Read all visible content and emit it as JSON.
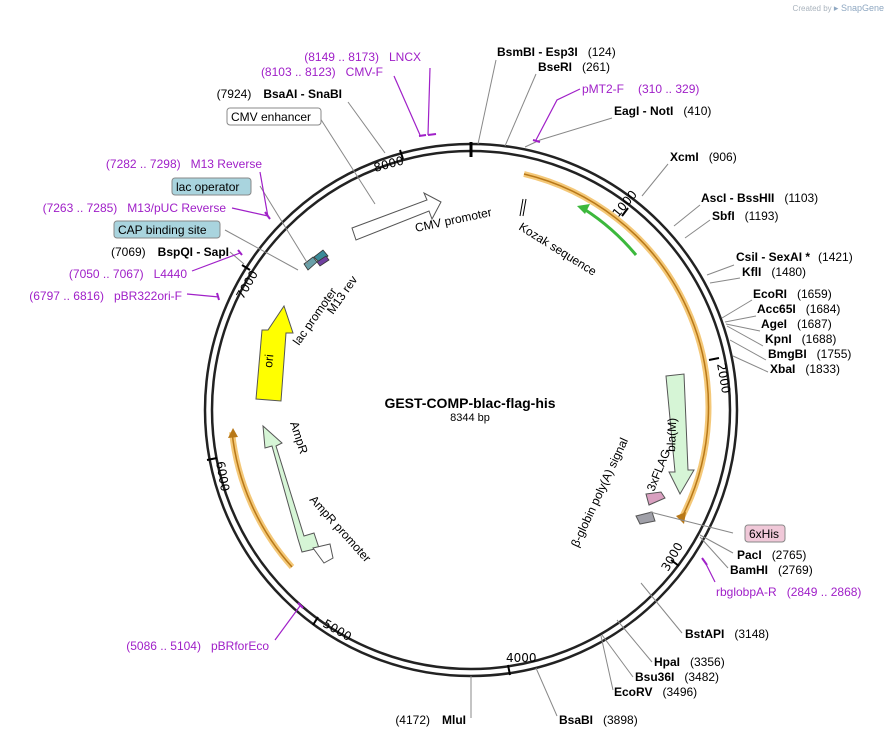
{
  "watermark": {
    "prefix": "Created by",
    "brand": "SnapGene"
  },
  "plasmid": {
    "name": "GEST-COMP-blac-flag-his",
    "size": "8344 bp"
  },
  "colors": {
    "primer": "#a020c8",
    "orange": "#e8a53a",
    "green": "#3cb83c",
    "yellow": "#ffff00",
    "feature_green": "#d6f5d6",
    "label_blue": "#a9d4de",
    "label_pink": "#f0c8d8"
  },
  "ticks": [
    "1000",
    "2000",
    "3000",
    "4000",
    "5000",
    "6000",
    "7000",
    "8000"
  ],
  "enzymes": [
    {
      "name": "BsmBI  - Esp3I",
      "pos": "(124)"
    },
    {
      "name": "BseRI",
      "pos": "(261)"
    },
    {
      "name": "EagI  - NotI",
      "pos": "(410)"
    },
    {
      "name": "XcmI",
      "pos": "(906)"
    },
    {
      "name": "AscI  - BssHII",
      "pos": "(1103)"
    },
    {
      "name": "SbfI",
      "pos": "(1193)"
    },
    {
      "name": "CsiI  - SexAI *",
      "pos": "(1421)"
    },
    {
      "name": "KflI",
      "pos": "(1480)"
    },
    {
      "name": "EcoRI",
      "pos": "(1659)"
    },
    {
      "name": "Acc65I",
      "pos": "(1684)"
    },
    {
      "name": "AgeI",
      "pos": "(1687)"
    },
    {
      "name": "KpnI",
      "pos": "(1688)"
    },
    {
      "name": "BmgBI",
      "pos": "(1755)"
    },
    {
      "name": "XbaI",
      "pos": "(1833)"
    },
    {
      "name": "PacI",
      "pos": "(2765)"
    },
    {
      "name": "BamHI",
      "pos": "(2769)"
    },
    {
      "name": "BstAPI",
      "pos": "(3148)"
    },
    {
      "name": "HpaI",
      "pos": "(3356)"
    },
    {
      "name": "Bsu36I",
      "pos": "(3482)"
    },
    {
      "name": "EcoRV",
      "pos": "(3496)"
    },
    {
      "name": "BsaBI",
      "pos": "(3898)"
    },
    {
      "name": "MluI",
      "pos": "(4172)"
    },
    {
      "name": "BspQI  - SapI",
      "pos": "(7069)"
    },
    {
      "name": "BsaAI  - SnaBI",
      "pos": "(7924)"
    }
  ],
  "primers": [
    {
      "name": "LNCX",
      "pos": "(8149 .. 8173)"
    },
    {
      "name": "CMV-F",
      "pos": "(8103 .. 8123)"
    },
    {
      "name": "pMT2-F",
      "pos": "(310 .. 329)"
    },
    {
      "name": "M13 Reverse",
      "pos": "(7282 .. 7298)"
    },
    {
      "name": "M13/pUC Reverse",
      "pos": "(7263 .. 7285)"
    },
    {
      "name": "L4440",
      "pos": "(7050 .. 7067)"
    },
    {
      "name": "pBR322ori-F",
      "pos": "(6797 .. 6816)"
    },
    {
      "name": "rbglobpA-R",
      "pos": "(2849 .. 2868)"
    },
    {
      "name": "pBRforEco",
      "pos": "(5086 .. 5104)"
    }
  ],
  "boxed_labels": [
    "CMV enhancer",
    "lac operator",
    "CAP binding site",
    "6xHis"
  ],
  "features": {
    "cmv_promoter": "CMV promoter",
    "kozak": "Kozak sequence",
    "m13_rev": "M13 rev",
    "lac_promoter": "lac promoter",
    "ori": "ori",
    "ampr": "AmpR",
    "ampr_promoter": "AmpR promoter",
    "bla": "bla(M)",
    "flag": "3xFLAG",
    "polya": "β-globin poly(A) signal"
  }
}
